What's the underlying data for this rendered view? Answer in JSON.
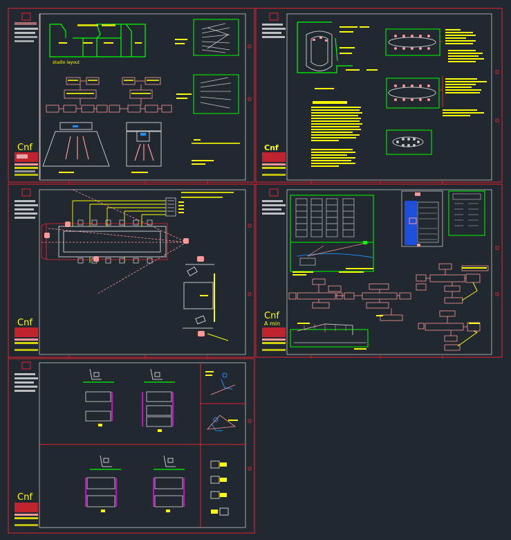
{
  "canvas": {
    "background": "#212830",
    "frame_color": "#e8232f",
    "line_color": "#c8c8c8"
  },
  "palette": {
    "yellow": "#ffff00",
    "green": "#00ff00",
    "red": "#e8232f",
    "pink": "#ff9999",
    "magenta": "#ff00ff",
    "blue": "#1e90ff",
    "white": "#ffffff",
    "cyan": "#00ffff"
  },
  "titleblock": {
    "logo_text": "Cnf",
    "sheet4_sub": "A min"
  },
  "sheet1": {
    "studio_label": "studio layout"
  },
  "icons": [
    "chair-icon",
    "person-icon",
    "camera-icon",
    "table-icon"
  ]
}
